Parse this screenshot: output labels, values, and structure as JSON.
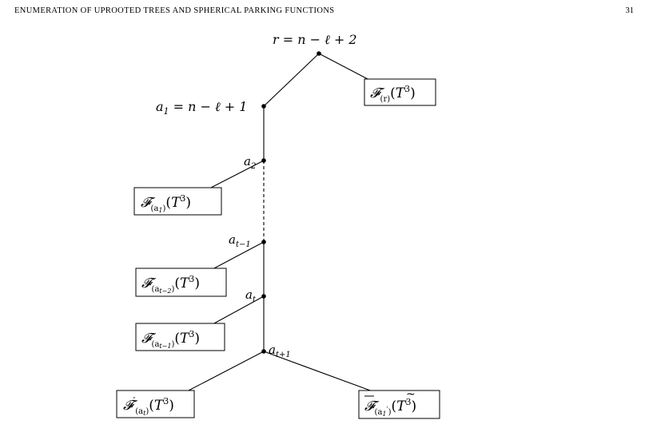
{
  "header": {
    "title": "ENUMERATION OF UPROOTED TREES AND SPHERICAL PARKING FUNCTIONS",
    "page_number": "31"
  },
  "tree": {
    "root_label": {
      "lhs": "r",
      "eq": " = ",
      "rhs": "n − ℓ + 2"
    },
    "a1_label": {
      "base": "a",
      "sub": "1",
      "eq": " = ",
      "rhs": "n − ℓ + 1"
    },
    "a2_label": {
      "base": "a",
      "sub": "2"
    },
    "at_minus1_label": {
      "base": "a",
      "sub": "t−1"
    },
    "at_label": {
      "base": "a",
      "sub": "t"
    },
    "at_plus1_label": {
      "base": "a",
      "sub": "t+1"
    }
  },
  "boxes": {
    "f_r": {
      "F": "𝓕",
      "sub": "(r)",
      "arg": "T",
      "sup": "3"
    },
    "f_a1": {
      "F": "𝓕",
      "sub": "(a",
      "subsub": "1",
      "subclose": ")",
      "arg": "T",
      "sup": "3"
    },
    "f_at2": {
      "F": "𝓕",
      "sub": "(a",
      "subsub": "t−2",
      "subclose": ")",
      "arg": "T",
      "sup": "3"
    },
    "f_at1": {
      "F": "𝓕",
      "sub": "(a",
      "subsub": "t−1",
      "subclose": ")",
      "arg": "T",
      "sup": "3"
    },
    "f_at": {
      "F": "𝓕",
      "prime": "′",
      "sub": "(a",
      "subsub": "t",
      "subclose": ")",
      "arg": "T",
      "sup": "3"
    },
    "f_bar": {
      "F": "𝓕",
      "sub": "(a",
      "subsub": "1",
      "subprime": "′",
      "subclose": ")",
      "arg": "T",
      "sup": "3"
    }
  }
}
